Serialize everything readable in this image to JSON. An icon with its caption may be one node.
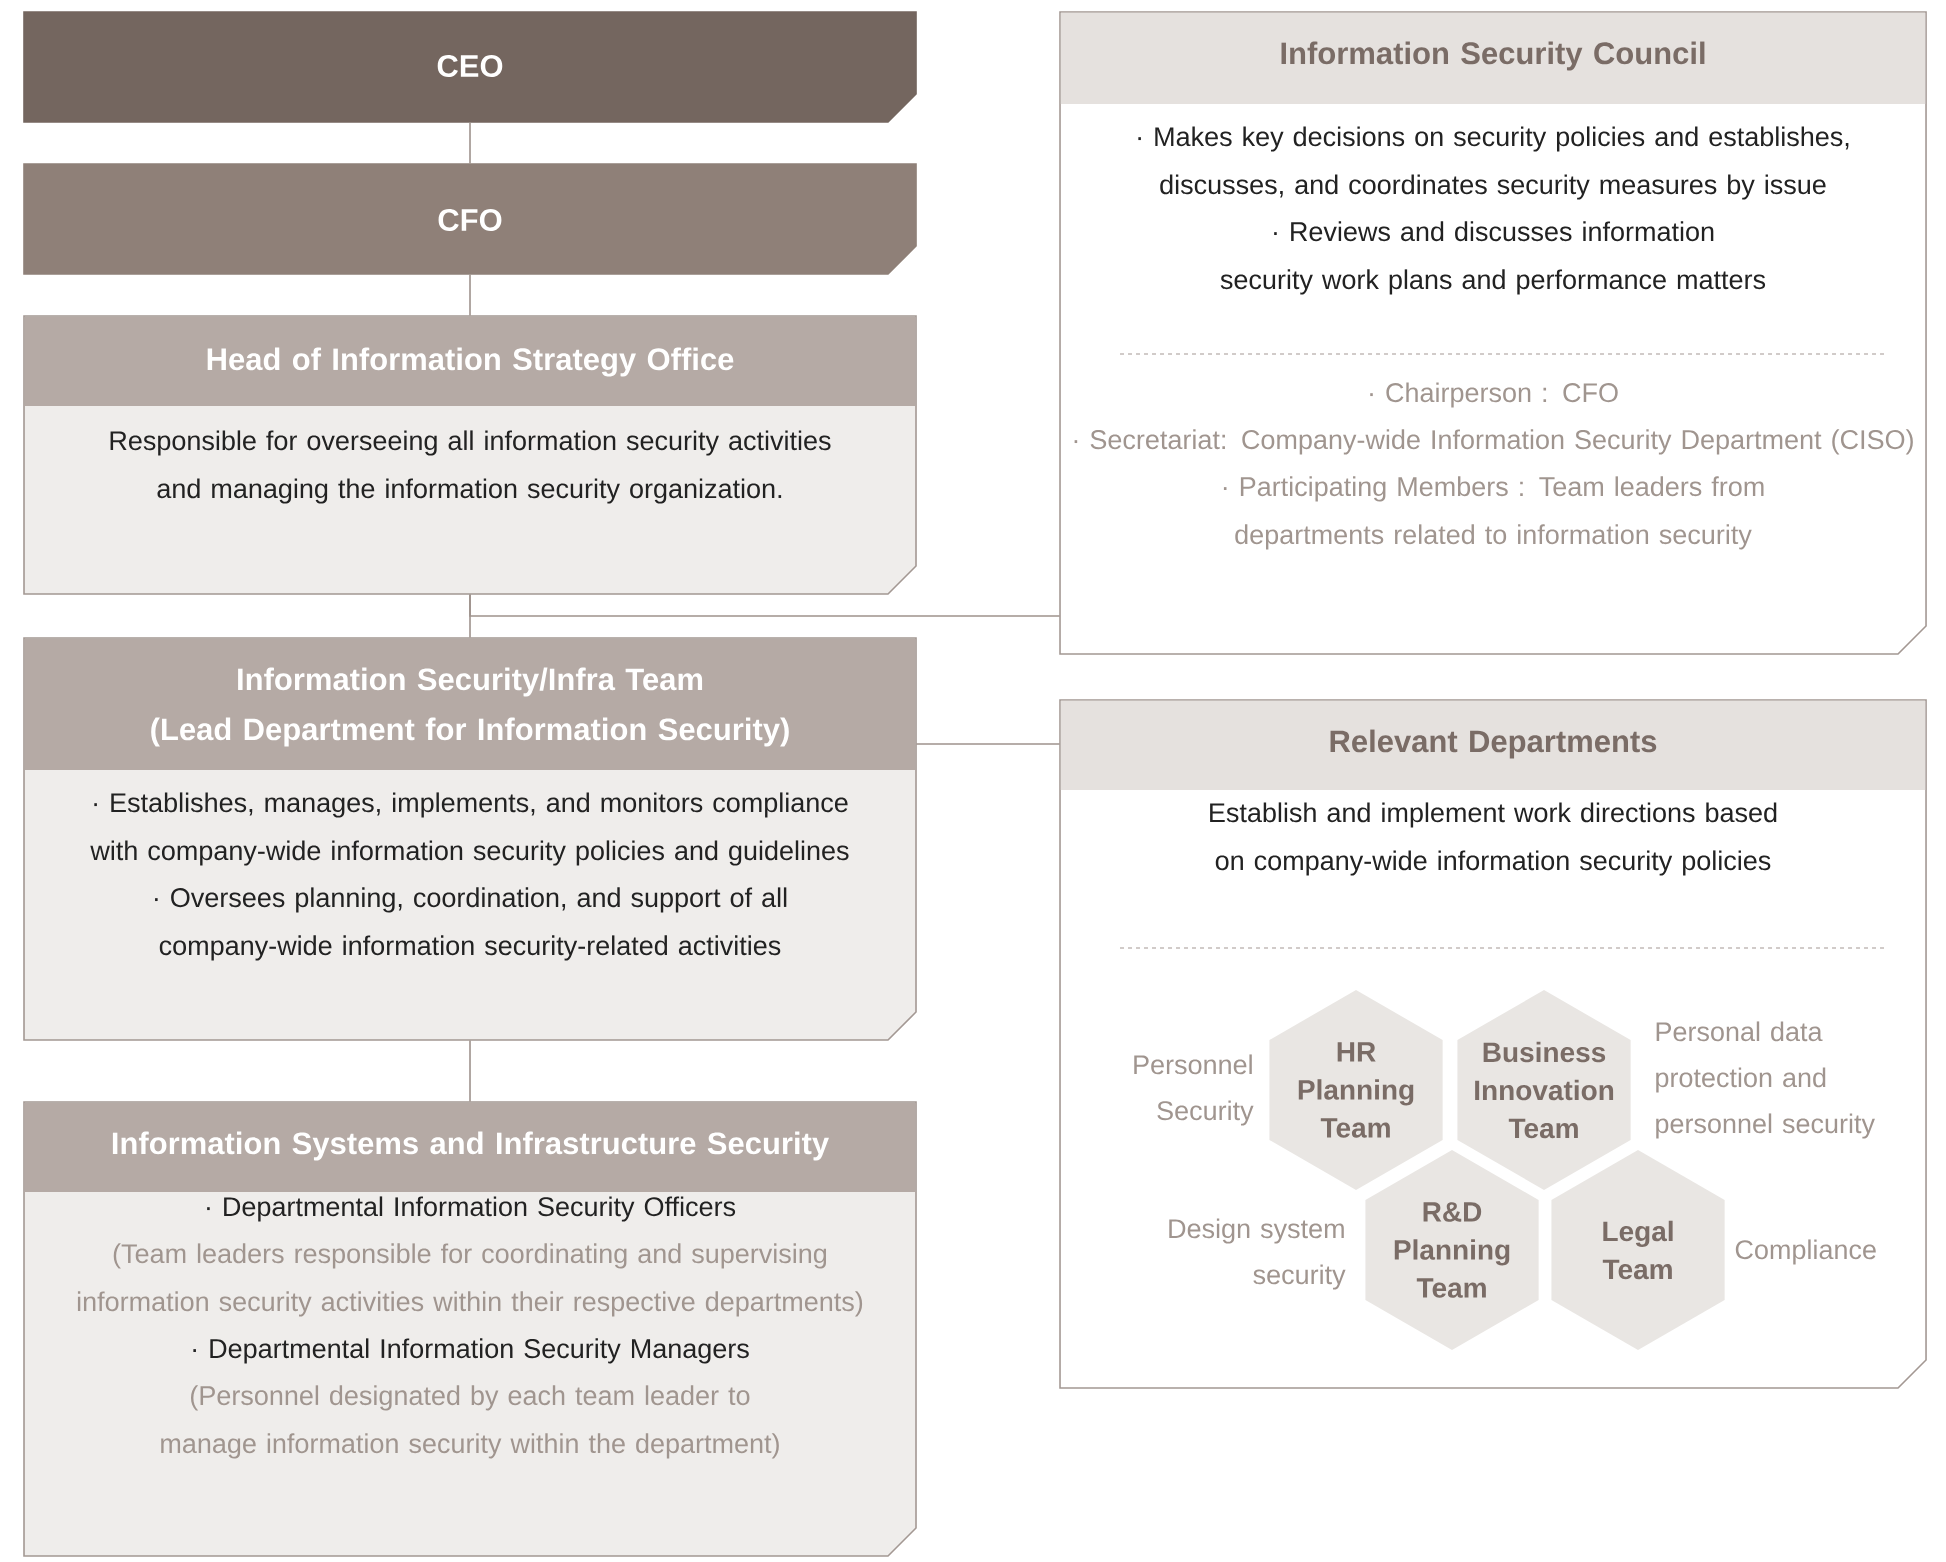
{
  "diagram": {
    "nodes": [
      {
        "text": [
          "CEO"
        ]
      },
      {
        "text": [
          "CFO"
        ]
      },
      {
        "text": [
          "Head of Information Strategy Office",
          "Responsible for overseeing all information security activities and managing the information security organization."
        ]
      },
      {
        "text": [
          "Information Security/Infra Team",
          "(Lead Department for Information Security)",
          "· Establishes, manages, implements, and monitors compliance with company-wide information security policies and guidelines",
          "· Oversees planning, coordination, and support of all company-wide information security-related activities"
        ]
      },
      {
        "text": [
          "Information Systems and Infrastructure Security",
          "· Departmental Information Security Officers",
          "(Team leaders responsible for coordinating and supervising information security activities within their respective departments)",
          "· Departmental Information Security Managers",
          "(Personnel designated by each team leader to manage information security within the department)"
        ]
      },
      {
        "text": [
          "Information Security Council",
          "· Makes key decisions on security policies and establishes, discusses, and coordinates security measures by issue",
          "· Reviews and discusses information security work plans and performance matters",
          "· Chairperson : CFO",
          "· Secretariat: Company-wide Information Security Department (CISO)",
          "· Participating Members : Team leaders from departments related to information security"
        ]
      },
      {
        "text": [
          "Relevant Departments",
          "Establish and implement work directions based on company-wide information security policies"
        ]
      },
      {
        "text": [
          "HR Planning Team"
        ],
        "in": 6,
        "beside": [
          "Personnel Security"
        ]
      },
      {
        "text": [
          "Business Innovation Team"
        ],
        "in": 6,
        "beside": [
          "Personal data protection and personnel security"
        ]
      },
      {
        "text": [
          "R&D Planning Team"
        ],
        "in": 6,
        "beside": [
          "Design system security"
        ]
      },
      {
        "text": [
          "Legal Team"
        ],
        "in": 6,
        "beside": [
          "Compliance"
        ]
      }
    ],
    "edges": [
      {
        "from": 0,
        "to": 1,
        "arrow": "none"
      },
      {
        "from": 1,
        "to": 2,
        "arrow": "none"
      },
      {
        "from": 2,
        "to": 3,
        "arrow": "none"
      },
      {
        "from": 3,
        "to": 4,
        "arrow": "none"
      },
      {
        "from": 2,
        "to": 5,
        "arrow": "none"
      },
      {
        "from": 3,
        "to": 6,
        "arrow": "none"
      }
    ]
  }
}
